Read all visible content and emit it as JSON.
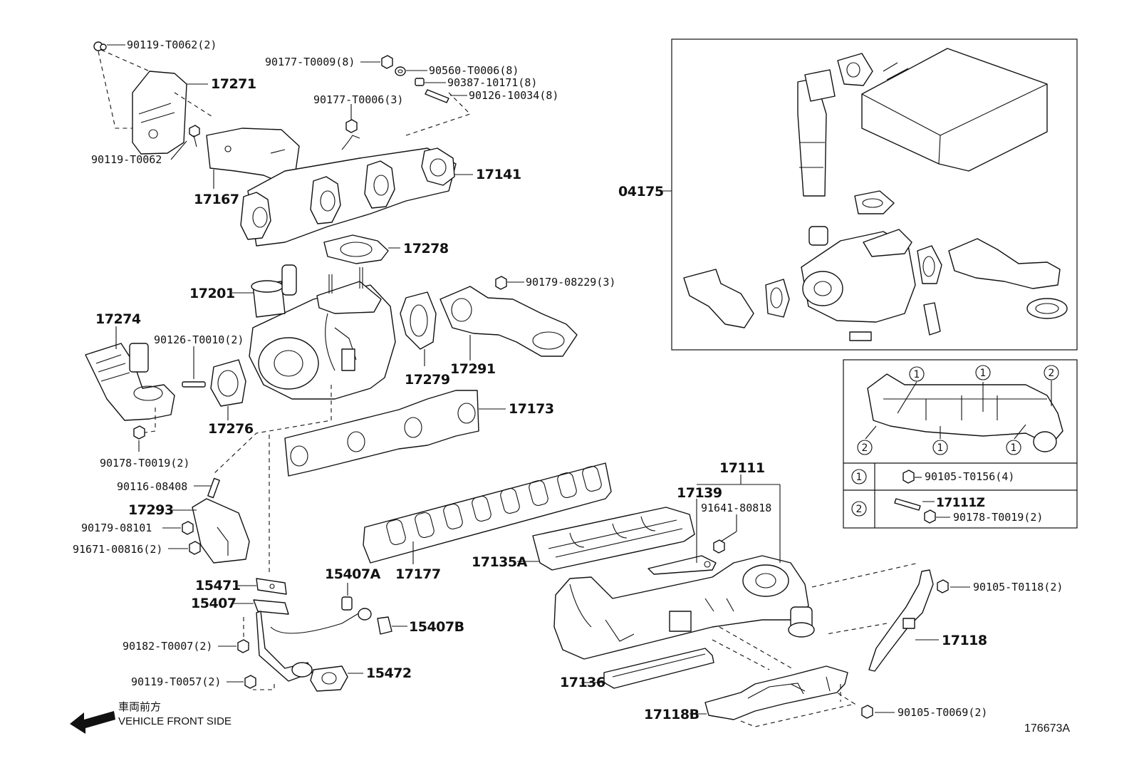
{
  "diagram_id": "176673A",
  "direction_note": {
    "jp": "車両前方",
    "en": "VEHICLE FRONT SIDE"
  },
  "parts": {
    "p17271": "17271",
    "p17167": "17167",
    "p17141": "17141",
    "p17278": "17278",
    "p17201": "17201",
    "p17274": "17274",
    "p17276": "17276",
    "p17279": "17279",
    "p17291": "17291",
    "p17173": "17173",
    "p17293": "17293",
    "p15471": "15471",
    "p15407": "15407",
    "p15407A": "15407A",
    "p15407B": "15407B",
    "p15472": "15472",
    "p17177": "17177",
    "p17135A": "17135A",
    "p17139": "17139",
    "p17111": "17111",
    "p17136": "17136",
    "p17118": "17118",
    "p17118B": "17118B",
    "p04175": "04175"
  },
  "hardware": {
    "h90119_T0062_2": "90119-T0062(2)",
    "h90119_T0062": "90119-T0062",
    "h90177_T0009": "90177-T0009(8)",
    "h90560_T0006": "90560-T0006(8)",
    "h90387_10171": "90387-10171(8)",
    "h90126_10034": "90126-10034(8)",
    "h90177_T0006": "90177-T0006(3)",
    "h90179_08229": "90179-08229(3)",
    "h90126_T0010": "90126-T0010(2)",
    "h90178_T0019": "90178-T0019(2)",
    "h90116_08408": "90116-08408",
    "h90179_08101": "90179-08101",
    "h91671_00816": "91671-00816(2)",
    "h90182_T0007": "90182-T0007(2)",
    "h90119_T0057": "90119-T0057(2)",
    "h91641_80818": "91641-80818",
    "h90105_T0118": "90105-T0118(2)",
    "h90105_T0069": "90105-T0069(2)"
  },
  "legend": {
    "circle1": "1",
    "circle2": "2",
    "row1_part": "90105-T0156(4)",
    "row2_part_a": "17111Z",
    "row2_part_b": "90178-T0019(2)"
  }
}
